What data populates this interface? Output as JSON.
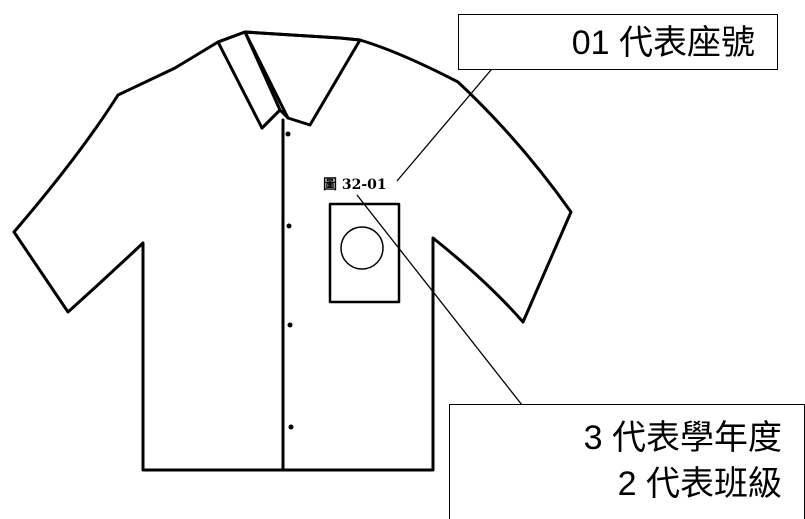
{
  "pocket_label": "圖 32-01",
  "callouts": {
    "seat": "01 代表座號",
    "year": "3 代表學年度",
    "class": "2 代表班級"
  },
  "colors": {
    "line": "#000000",
    "background": "#ffffff"
  }
}
